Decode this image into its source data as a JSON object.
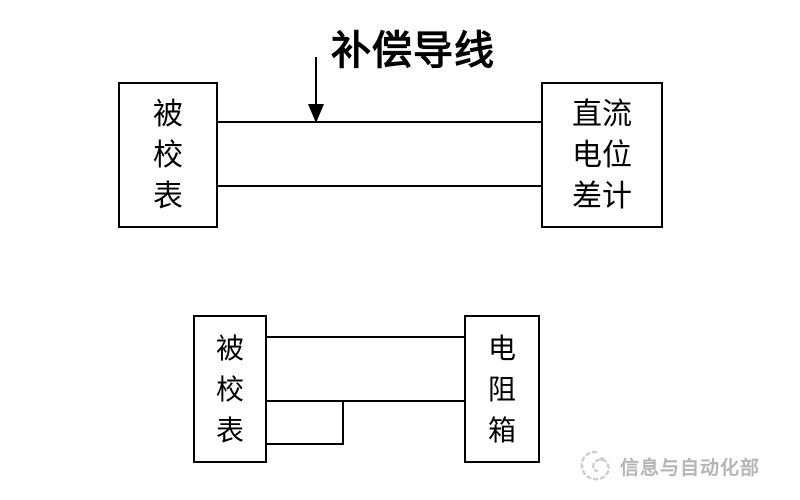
{
  "diagram1": {
    "annotation": {
      "label": "补偿导线"
    },
    "left_box": {
      "title": "被校表",
      "lines": [
        "被",
        "校",
        "表"
      ]
    },
    "right_box": {
      "title": "直流电位差计",
      "lines": [
        "直流",
        "电位",
        "差计"
      ]
    }
  },
  "diagram2": {
    "left_box": {
      "title": "被校表",
      "lines": [
        "被",
        "校",
        "表"
      ]
    },
    "right_box": {
      "title": "电阻箱",
      "lines": [
        "电",
        "阻",
        "箱"
      ]
    }
  },
  "watermark": {
    "text": "信息与自动化部"
  },
  "colors": {
    "line": "#000000",
    "background": "#ffffff",
    "watermark": "#b5b5b5"
  }
}
